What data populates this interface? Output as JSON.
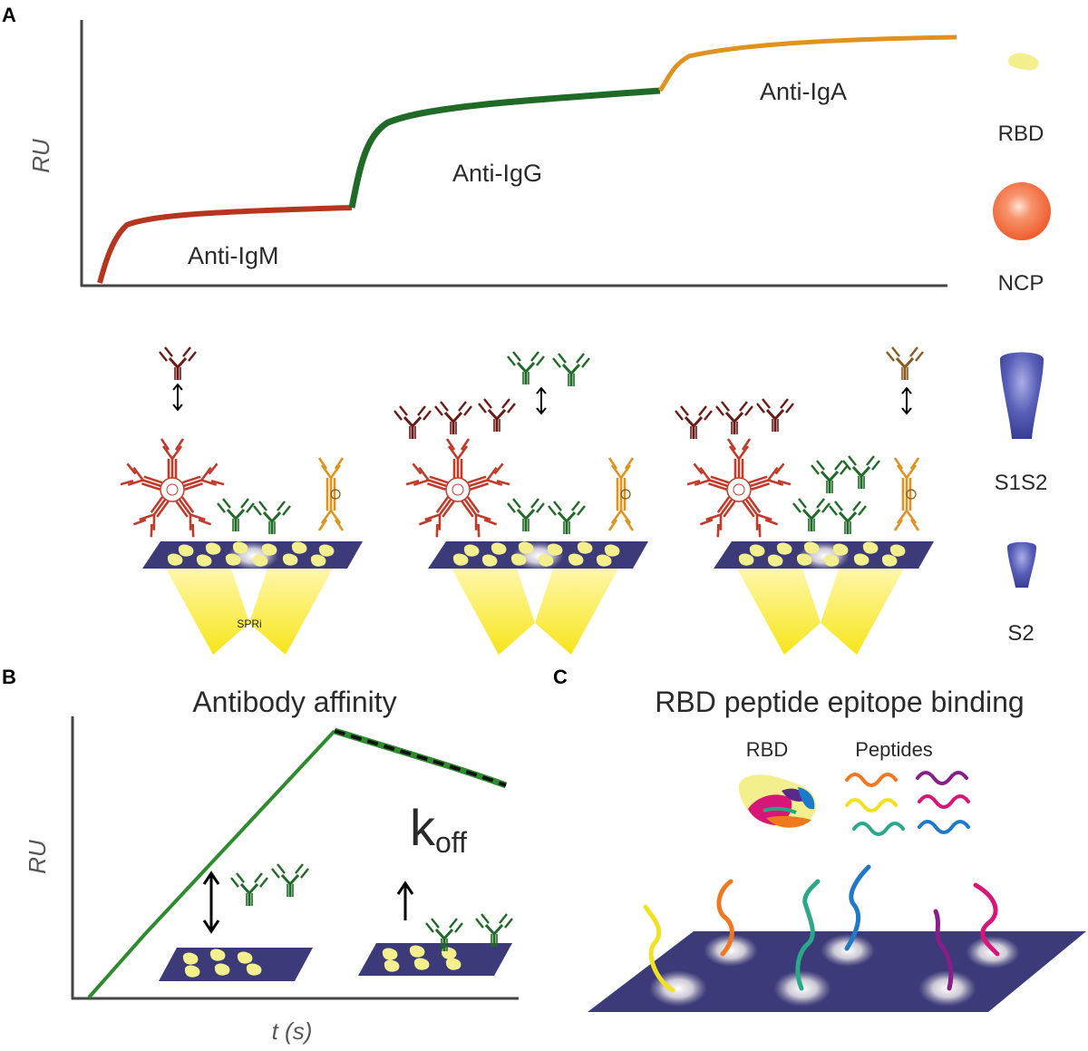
{
  "panels": {
    "a": {
      "letter": "A",
      "y_axis": "RU",
      "phases": [
        {
          "label": "Anti-IgM",
          "color": "#b5351e"
        },
        {
          "label": "Anti-IgG",
          "color": "#1e6a26"
        },
        {
          "label": "Anti-IgA",
          "color": "#e0921e"
        }
      ],
      "chip_label": "SPRi"
    },
    "b": {
      "letter": "B",
      "title": "Antibody affinity",
      "y_axis": "RU",
      "x_axis": "t  (s)",
      "rate_main": "k",
      "rate_sub": "off"
    },
    "c": {
      "letter": "C",
      "title": "RBD peptide epitope binding",
      "rbd_label": "RBD",
      "peptides_label": "Peptides"
    }
  },
  "legend": [
    {
      "label": "RBD",
      "icon": "rbd-blob-icon",
      "color": "#f2ef8c"
    },
    {
      "label": "NCP",
      "icon": "ncp-sphere-icon",
      "color": "#f26a3c"
    },
    {
      "label": "S1S2",
      "icon": "s1s2-shape-icon",
      "color": "#3e45a0"
    },
    {
      "label": "S2",
      "icon": "s2-shape-icon",
      "color": "#3e45a0"
    }
  ],
  "colors": {
    "chip": "#3c3a78",
    "igm": "#b5351e",
    "igg": "#1e6a26",
    "iga": "#e0921e",
    "curve_b": "#2e8b2e"
  }
}
